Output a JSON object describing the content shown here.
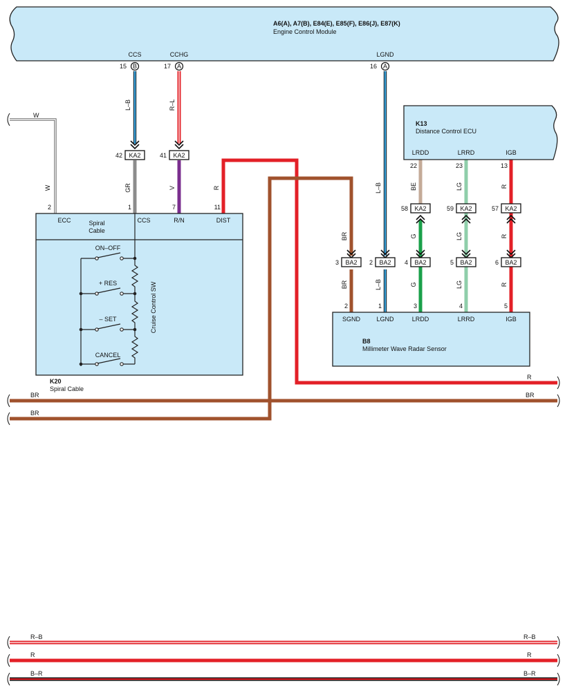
{
  "colors": {
    "R": "#e32027",
    "BR": "#a0522d",
    "GR": "#8c8c8c",
    "V": "#7a2e8e",
    "LB": "#3aa0d8",
    "BE": "#c4ab98",
    "LG": "#8fceaa",
    "G": "#1aa04a",
    "W": "#cfcfcf",
    "box_fill": "#c9e9f8"
  },
  "ecm": {
    "ids": "A6(A), A7(B), E84(E), E85(F), E86(J), E87(K)",
    "name": "Engine Control Module",
    "terminals": [
      {
        "name": "CCS",
        "pin": "15",
        "conn": "B"
      },
      {
        "name": "CCHG",
        "pin": "17",
        "conn": "A"
      },
      {
        "name": "LGND",
        "pin": "16",
        "conn": "A"
      }
    ]
  },
  "k13": {
    "id": "K13",
    "name": "Distance Control ECU",
    "terminals": [
      {
        "name": "LRDD",
        "pin": "22",
        "wire": "BE"
      },
      {
        "name": "LRRD",
        "pin": "23",
        "wire": "LG"
      },
      {
        "name": "IGB",
        "pin": "13",
        "wire": "R"
      }
    ]
  },
  "k20": {
    "id": "K20",
    "name": "Spiral Cable",
    "inner_label_1": "Spiral",
    "inner_label_2": "Cable",
    "switch_title": "Cruise Control SW",
    "terminals": [
      {
        "name": "ECC",
        "pin": "2",
        "wire": "W"
      },
      {
        "name": "CCS",
        "pin": "1",
        "wire": "GR"
      },
      {
        "name": "R/N",
        "pin": "7",
        "wire": "V"
      },
      {
        "name": "DIST",
        "pin": "11",
        "wire": "R"
      }
    ],
    "switches": [
      "ON–OFF",
      "+ RES",
      "– SET",
      "CANCEL"
    ]
  },
  "b8": {
    "id": "B8",
    "name": "Millimeter Wave Radar Sensor",
    "terminals": [
      {
        "name": "SGND",
        "pin": "2",
        "wire": "BR"
      },
      {
        "name": "LGND",
        "pin": "1",
        "wire": "L–B"
      },
      {
        "name": "LRDD",
        "pin": "3",
        "wire": "G"
      },
      {
        "name": "LRRD",
        "pin": "4",
        "wire": "LG"
      },
      {
        "name": "IGB",
        "pin": "5",
        "wire": "R"
      }
    ]
  },
  "connectors": {
    "ka2": "KA2",
    "ba2": "BA2",
    "ka2_pins": [
      "42",
      "41",
      "58",
      "59",
      "57"
    ],
    "ba2_pins": [
      "3",
      "2",
      "4",
      "5",
      "6"
    ]
  },
  "wires": {
    "w": "W",
    "lb": "L–B",
    "rl": "R–L",
    "gr": "GR",
    "v": "V",
    "r": "R",
    "br": "BR",
    "be": "BE",
    "lg": "LG",
    "g": "G",
    "rb": "R–B",
    "bur": "B–R"
  }
}
